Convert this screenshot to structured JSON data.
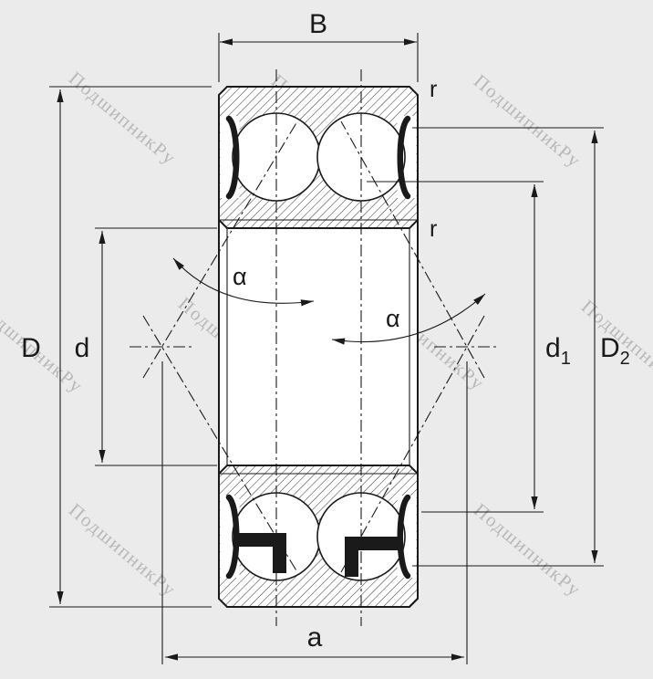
{
  "watermark": {
    "text": "ПодшипникРу"
  },
  "labels": {
    "B": "B",
    "D": "D",
    "d": "d",
    "a": "a",
    "r_outer": "r",
    "r_inner": "r",
    "alpha_left": "α",
    "alpha_right": "α",
    "d1_base": "d",
    "d1_sub": "1",
    "D2_base": "D",
    "D2_sub": "2"
  },
  "colors": {
    "background": "#ebebeb",
    "ink": "#1a1a1a",
    "watermark": "#8f8f8f"
  }
}
